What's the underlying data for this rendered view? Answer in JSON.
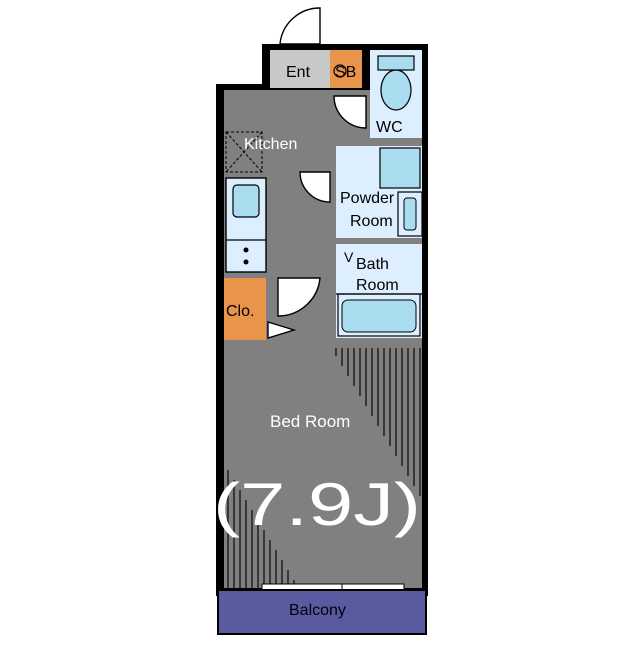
{
  "labels": {
    "entrance": "Ent",
    "shoe_box": "SB",
    "wc": "WC",
    "kitchen": "Kitchen",
    "powder_room_line1": "Powder",
    "powder_room_line2": "Room",
    "bath_room_line1": "Bath",
    "bath_room_line2": "Room",
    "closet": "Clo.",
    "bed_room": "Bed Room",
    "bed_room_size": "(7.9J)",
    "balcony": "Balcony"
  },
  "colors": {
    "wall": "#000000",
    "floor": "#808080",
    "wet_area": "#ddeeff",
    "fixture": "#a8dcee",
    "storage": "#e8944a",
    "balcony": "#5a5aa0",
    "entrance_floor": "#c8c8c8",
    "background": "#ffffff"
  }
}
